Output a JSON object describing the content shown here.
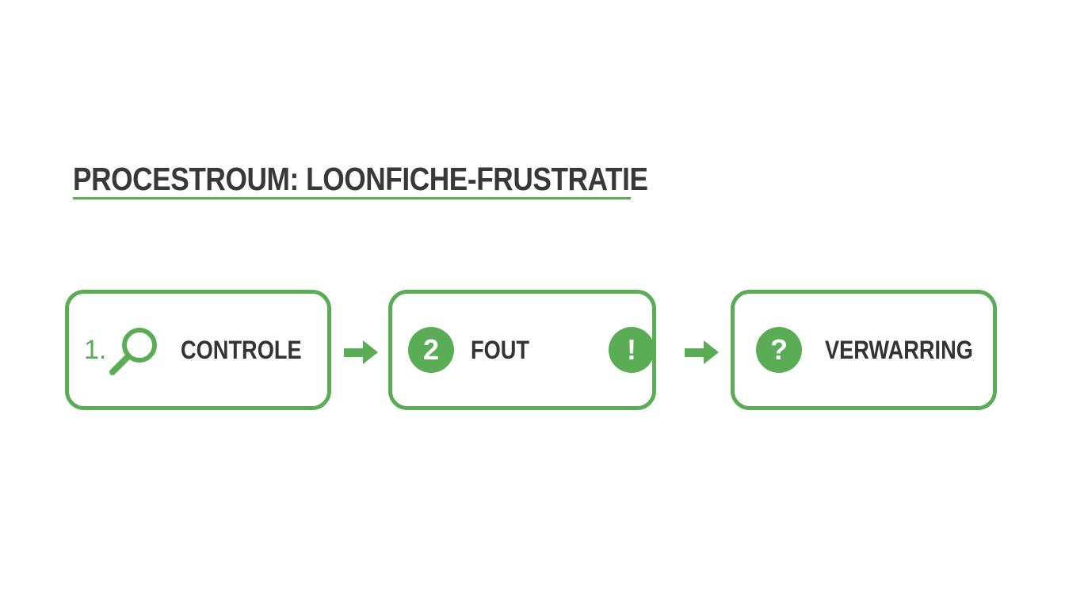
{
  "diagram": {
    "title": "PROCESTROUM: LOONFICHE-FRUSTRATIE",
    "steps": [
      {
        "number": "1.",
        "label": "CONTROLE",
        "icon": "magnifier-icon"
      },
      {
        "number": "2",
        "label": "FOUT",
        "icon": "exclamation-icon",
        "icon_text": "!"
      },
      {
        "icon_text": "?",
        "label": "VERWARRING",
        "icon": "question-icon"
      }
    ],
    "colors": {
      "accent": "#5aad55",
      "text": "#333333",
      "background": "#ffffff"
    }
  }
}
